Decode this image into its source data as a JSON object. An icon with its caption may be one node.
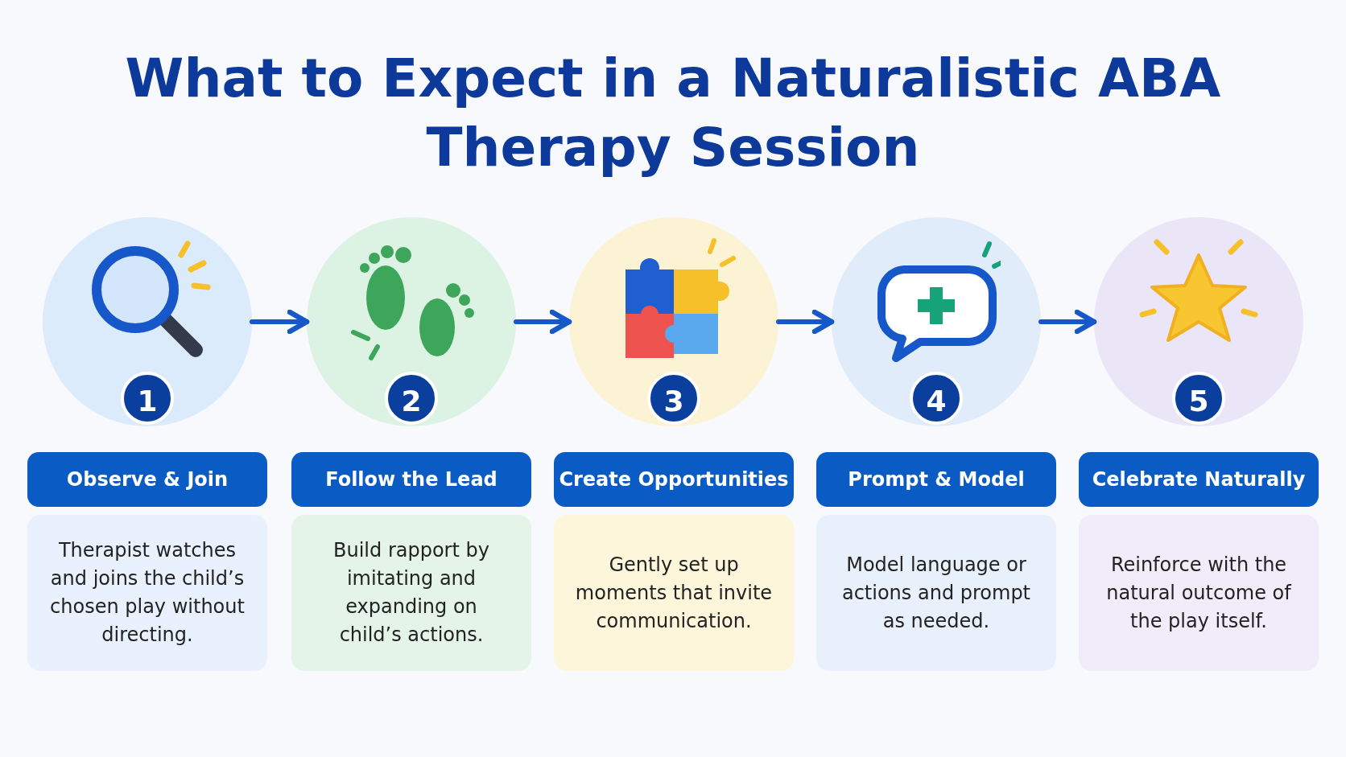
{
  "diagram": {
    "title": "What to Expect in a Naturalistic ABA Therapy Session",
    "nodes": [
      {
        "text": [
          "1"
        ]
      },
      {
        "text": [
          "Observe & Join"
        ]
      },
      {
        "text": [
          "Therapist watches and joins the child’s chosen play without directing."
        ]
      },
      {
        "text": [
          "2"
        ]
      },
      {
        "text": [
          "Follow the Lead"
        ]
      },
      {
        "text": [
          "Build rapport by imitating and expanding on child’s actions."
        ]
      },
      {
        "text": [
          "3"
        ]
      },
      {
        "text": [
          "Create Opportunities"
        ]
      },
      {
        "text": [
          "Gently set up moments that invite communication."
        ]
      },
      {
        "text": [
          "4"
        ]
      },
      {
        "text": [
          "Prompt & Model"
        ]
      },
      {
        "text": [
          "Model language or actions and prompt as needed."
        ]
      },
      {
        "text": [
          "5"
        ]
      },
      {
        "text": [
          "Celebrate Naturally"
        ]
      },
      {
        "text": [
          "Reinforce with the natural outcome of the play itself."
        ]
      }
    ],
    "edges": [
      {
        "from": 0,
        "to": 3,
        "arrow": "to"
      },
      {
        "from": 3,
        "to": 6,
        "arrow": "to"
      },
      {
        "from": 6,
        "to": 9,
        "arrow": "to"
      },
      {
        "from": 9,
        "to": 12,
        "arrow": "to"
      }
    ]
  }
}
